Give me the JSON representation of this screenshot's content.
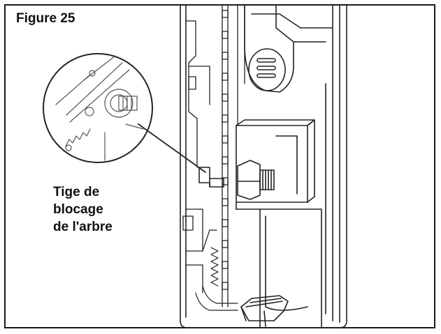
{
  "figure": {
    "title": "Figure 25",
    "callout_lines": [
      "Tige de",
      "blocage",
      "de l'arbre"
    ]
  }
}
